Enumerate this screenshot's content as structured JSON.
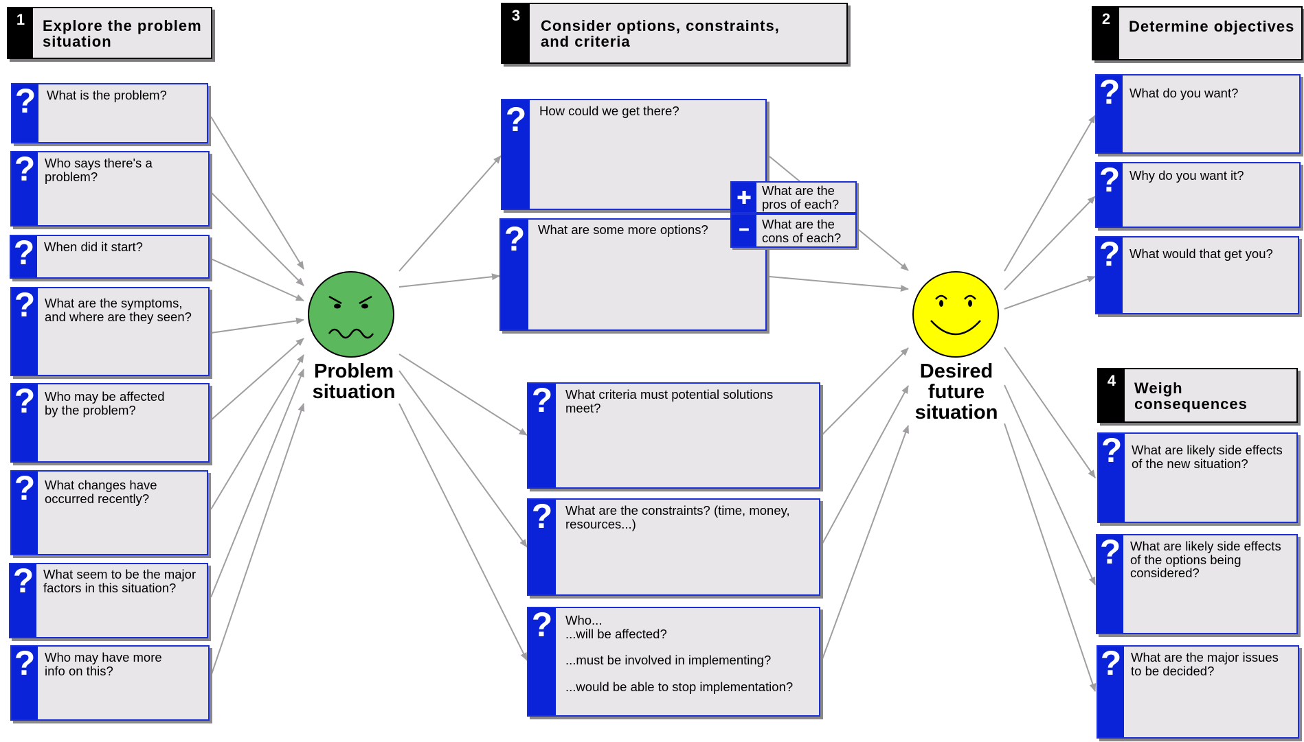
{
  "headers": {
    "explore": {
      "number": "1",
      "title": "Explore the problem situation"
    },
    "objectives": {
      "number": "2",
      "title": "Determine objectives"
    },
    "options": {
      "number": "3",
      "title": "Consider options, constraints, and criteria"
    },
    "consequences": {
      "number": "4",
      "title": "Weigh consequences"
    }
  },
  "question_glyph": "?",
  "explore_questions": [
    "What is the problem?",
    "Who says there's a problem?",
    "When did it start?",
    "What are the symptoms, and where are they seen?",
    "Who may be affected by the problem?",
    "What changes have occurred recently?",
    "What seem to be the major factors in this situation?",
    "Who may have more info on this?"
  ],
  "options_questions": [
    "How could we get there?",
    "What are some more options?"
  ],
  "pros_cons": {
    "pros_glyph": "✚",
    "pros_text": "What are the pros of each?",
    "cons_glyph": "━",
    "cons_text": "What are the cons of each?"
  },
  "criteria_questions": [
    "What criteria must potential solutions meet?",
    "What are the constraints? (time, money, resources...)"
  ],
  "who_question": {
    "line1": "Who...",
    "line2": "...will be affected?",
    "line3": "...must be involved in implementing?",
    "line4": "...would be able to stop implementation?"
  },
  "objective_questions": [
    "What do you want?",
    "Why do you want it?",
    "What would that get you?"
  ],
  "consequence_questions": [
    "What are likely side effects of the new situation?",
    "What are likely side effects of the options being considered?",
    "What are the major issues to be decided?"
  ],
  "faces": {
    "problem": {
      "label_line1": "Problem",
      "label_line2": "situation",
      "color": "#5cb85c"
    },
    "desired": {
      "label_line1": "Desired",
      "label_line2": "future",
      "label_line3": "situation",
      "color": "#ffff00"
    }
  },
  "colors": {
    "question_blue": "#0a22d8",
    "box_fill": "#e8e6e8",
    "arrow_gray": "#a09ea0"
  }
}
